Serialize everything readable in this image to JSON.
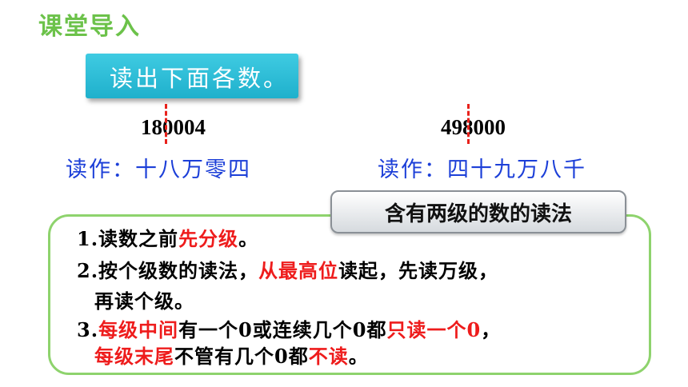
{
  "header": {
    "title": "课堂导入"
  },
  "prompt": {
    "text": "读出下面各数。"
  },
  "examples": [
    {
      "number": "180004",
      "reading": "读作：十八万零四"
    },
    {
      "number": "498000",
      "reading": "读作：四十九万八千"
    }
  ],
  "rules": {
    "badge": "含有两级的数的读法",
    "r1": {
      "a": "1.读数之前",
      "b": "先分级",
      "c": "。"
    },
    "r2": {
      "a": "2.按个级数的读法，",
      "b": "从最高位",
      "c": "读起，先读万级，",
      "d": "再读个级。"
    },
    "r3": {
      "a": "3.",
      "b": "每级中间",
      "c": "有一个0或连续几个0都",
      "d": "只读一个0",
      "e": "，"
    },
    "r4": {
      "a": "每级末尾",
      "b": "不管有几个0都",
      "c": "不读",
      "d": "。"
    }
  },
  "colors": {
    "title": "#6cc24a",
    "prompt_bg": "#1fb0cc",
    "reading": "#1c3fd8",
    "highlight": "#ee1c1c",
    "frame": "#8ed36d"
  }
}
